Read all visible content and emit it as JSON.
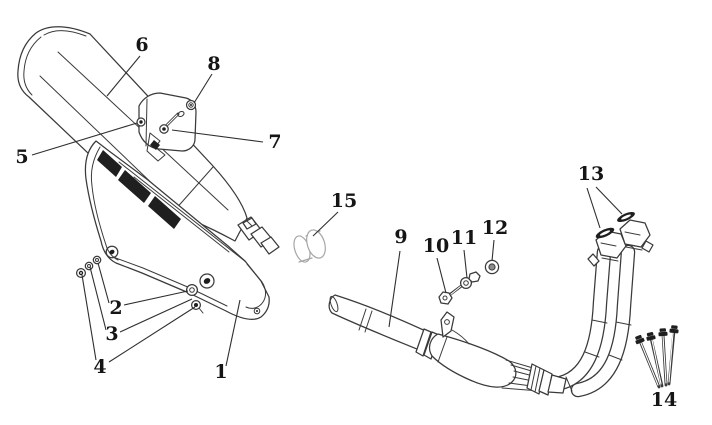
{
  "diagram": {
    "kind": "exploded-parts-diagram",
    "background": "#ffffff"
  },
  "colors": {
    "line": "#3a3a3a",
    "dark": "#1f1f1f",
    "light": "#a6a6a6",
    "leader": "#2f2f2f",
    "text": "#151515",
    "bg": "#ffffff"
  },
  "callouts": [
    {
      "label": "1"
    },
    {
      "label": "2"
    },
    {
      "label": "3"
    },
    {
      "label": "4"
    },
    {
      "label": "5"
    },
    {
      "label": "6"
    },
    {
      "label": "7"
    },
    {
      "label": "8"
    },
    {
      "label": "9"
    },
    {
      "label": "10"
    },
    {
      "label": "11"
    },
    {
      "label": "12"
    },
    {
      "label": "13"
    },
    {
      "label": "14"
    },
    {
      "label": "15"
    }
  ]
}
